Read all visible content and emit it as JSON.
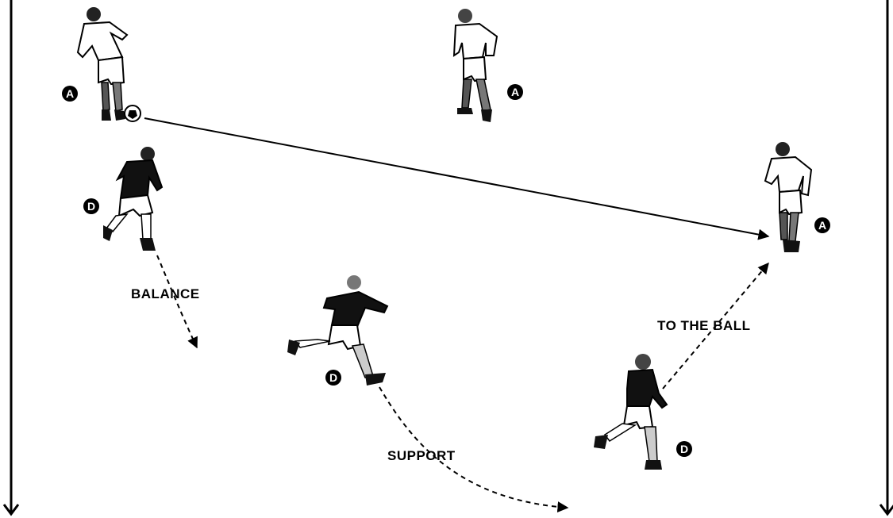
{
  "labels": {
    "balance": "BALANCE",
    "support": "SUPPORT",
    "to_the_ball": "TO THE BALL"
  },
  "badges": {
    "attacker": "A",
    "defender": "D"
  },
  "colors": {
    "ink": "#000000",
    "background": "#ffffff",
    "attacker_shirt": "#ffffff",
    "defender_shirt": "#111111"
  }
}
